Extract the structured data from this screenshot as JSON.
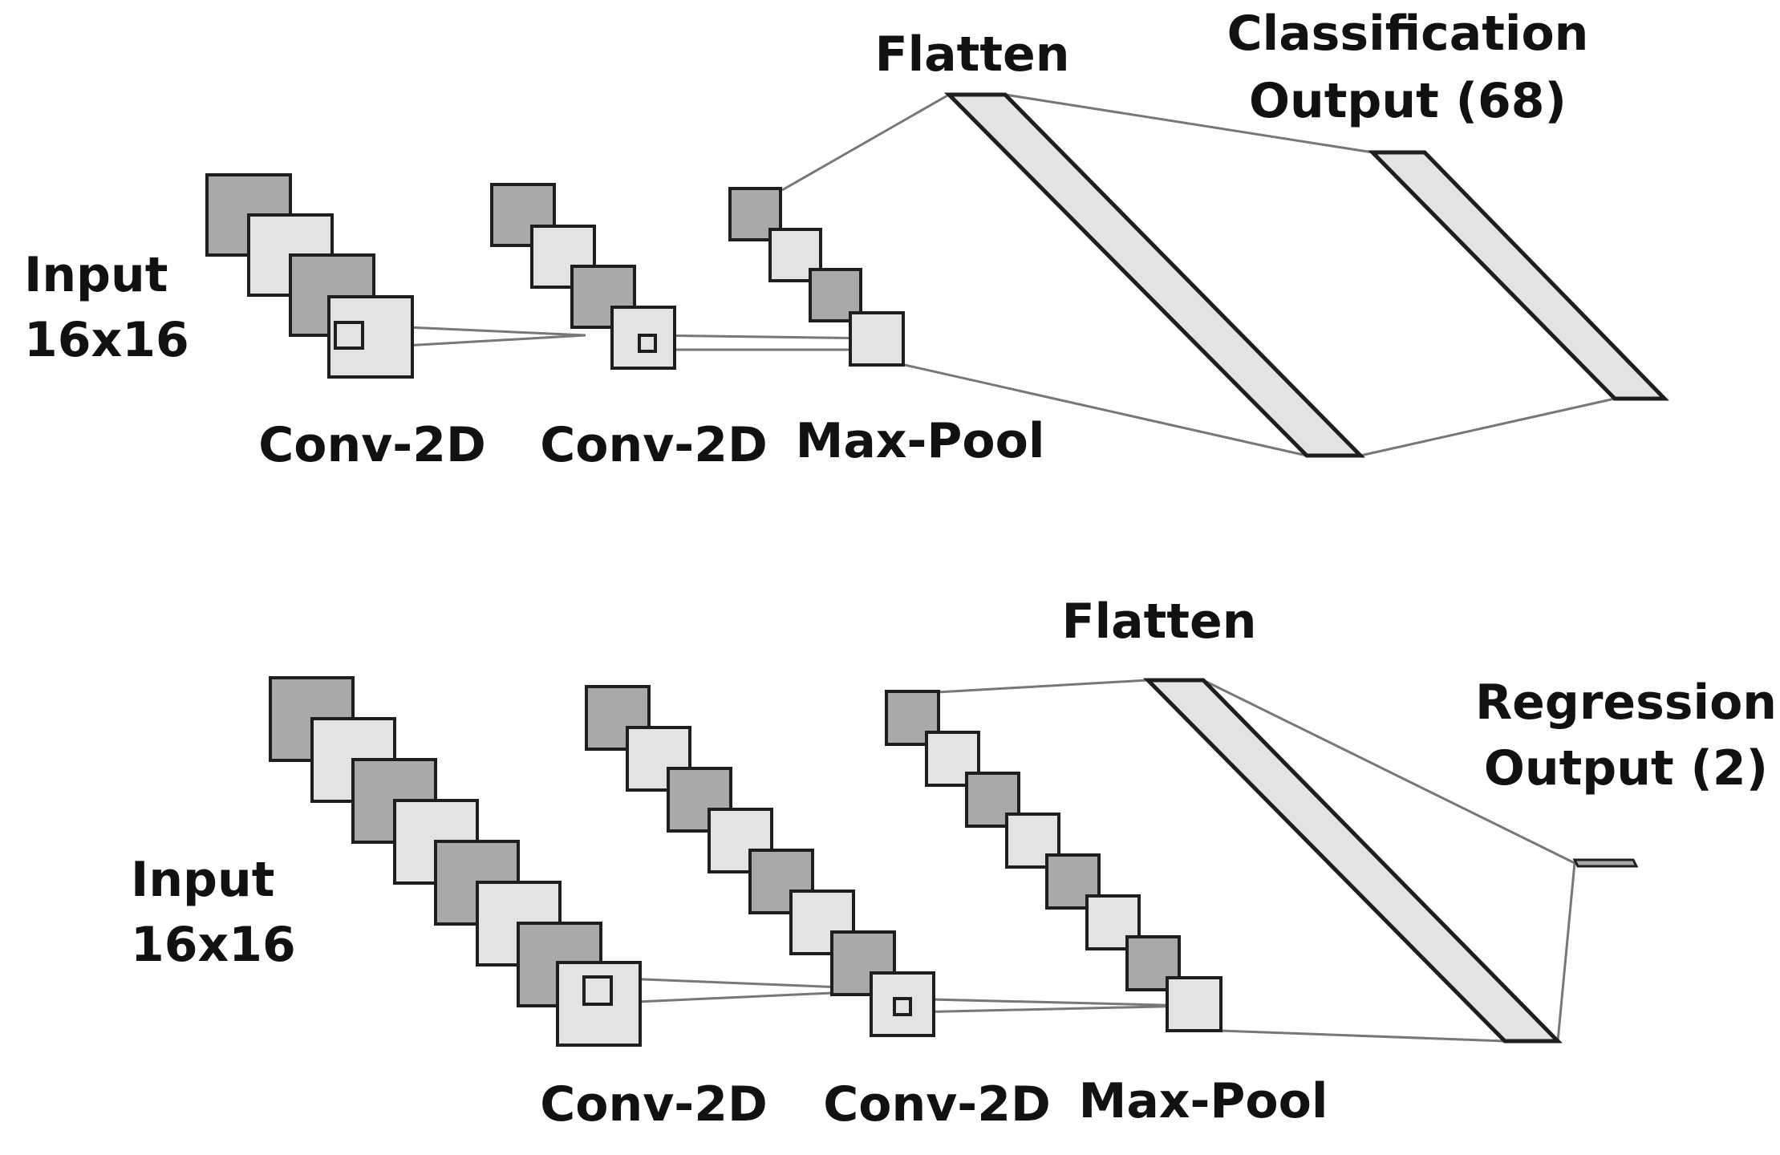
{
  "colors": {
    "dark_fill": "#a9a9a9",
    "light_fill": "#e3e3e3",
    "stroke": "#1e1e1e",
    "connector": "#777777",
    "text": "#111111",
    "background": "#ffffff"
  },
  "top_network": {
    "input_label": [
      "Input",
      "16x16"
    ],
    "conv1_label": "Conv-2D",
    "conv2_label": "Conv-2D",
    "pool_label": "Max-Pool",
    "flatten_label": "Flatten",
    "output_label": [
      "Classification",
      "Output (68)"
    ]
  },
  "bottom_network": {
    "input_label": [
      "Input",
      "16x16"
    ],
    "conv1_label": "Conv-2D",
    "conv2_label": "Conv-2D",
    "pool_label": "Max-Pool",
    "flatten_label": "Flatten",
    "output_label": [
      "Regression",
      "Output (2)"
    ]
  }
}
